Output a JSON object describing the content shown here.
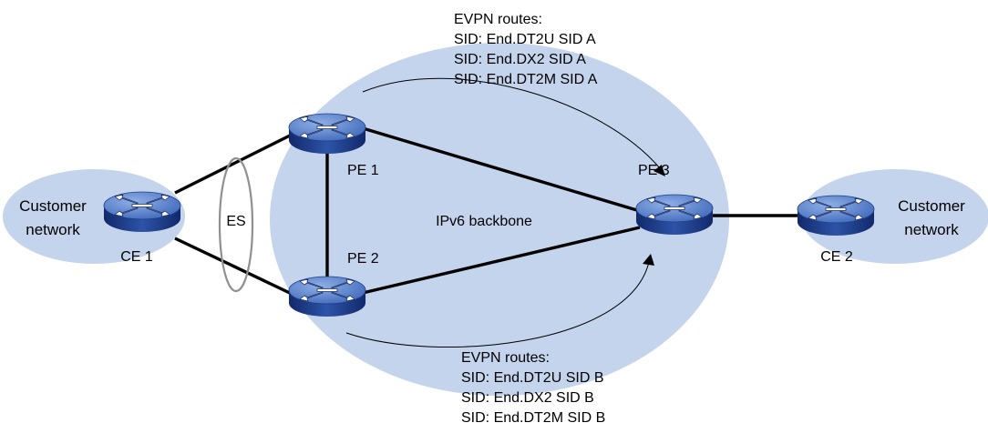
{
  "colors": {
    "cloud": "#c4d4ec",
    "router_top": "#5580c8",
    "router_side": "#1f3e8a",
    "link": "#000000",
    "es_ring": "#909090"
  },
  "icons": {
    "router": "router-icon",
    "route_arrow": "arrow-head-icon"
  },
  "clouds": {
    "left_label_line1": "Customer",
    "left_label_line2": "network",
    "right_label_line1": "Customer",
    "right_label_line2": "network",
    "backbone_label": "IPv6 backbone"
  },
  "nodes": {
    "ce1": "CE 1",
    "ce2": "CE 2",
    "pe1": "PE 1",
    "pe2": "PE 2",
    "pe3": "PE 3"
  },
  "es_label": "ES",
  "routes_a": {
    "title": "EVPN routes:",
    "lines": [
      "SID: End.DT2U SID A",
      "SID: End.DX2 SID A",
      "SID: End.DT2M SID A"
    ]
  },
  "routes_b": {
    "title": "EVPN routes:",
    "lines": [
      "SID: End.DT2U SID B",
      "SID: End.DX2 SID B",
      "SID: End.DT2M SID B"
    ]
  }
}
